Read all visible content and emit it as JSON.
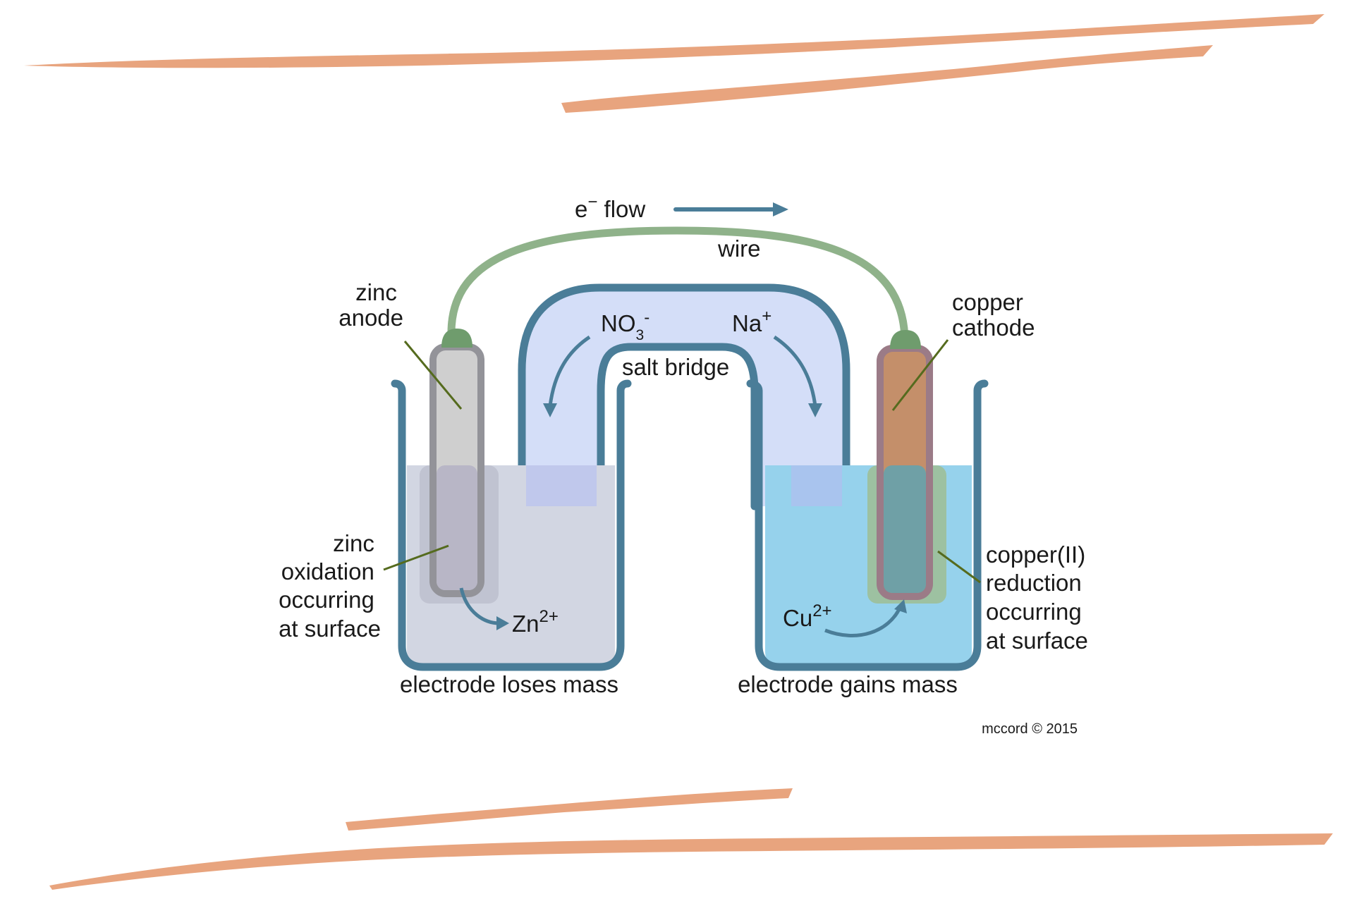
{
  "labels": {
    "electron_flow_main": "e",
    "electron_flow_sup": "−",
    "electron_flow_word": " flow",
    "wire": "wire",
    "zinc_anode_line1": "zinc",
    "zinc_anode_line2": "anode",
    "copper_cathode_line1": "copper",
    "copper_cathode_line2": "cathode",
    "nitrate_main": "NO",
    "nitrate_sub": "3",
    "nitrate_sup": "-",
    "sodium_main": "Na",
    "sodium_sup": "+",
    "salt_bridge": "salt bridge",
    "zinc_oxidation": [
      "zinc",
      "oxidation",
      "occurring",
      "at surface"
    ],
    "copper_reduction": [
      "copper(II)",
      "reduction",
      "occurring",
      "at surface"
    ],
    "zinc_ion_main": "Zn",
    "zinc_ion_sup": "2+",
    "copper_ion_main": "Cu",
    "copper_ion_sup": "2+",
    "left_caption": "electrode loses mass",
    "right_caption": "electrode gains mass",
    "credit": "mccord © 2015"
  },
  "colors": {
    "brush_stroke": "#e8a47e",
    "beaker_outline": "#4a7d98",
    "left_solution": "#d2d6e2",
    "right_solution": "#96d2ec",
    "salt_bridge_fill": "#d4def8",
    "salt_bridge_overlap": "#a9c4ee",
    "wire": "#8fb28a",
    "wire_cap": "#6f9c6d",
    "zinc_electrode": "#cfcfcf",
    "copper_electrode": "#c48f6a",
    "leader_line": "#556b1e"
  }
}
